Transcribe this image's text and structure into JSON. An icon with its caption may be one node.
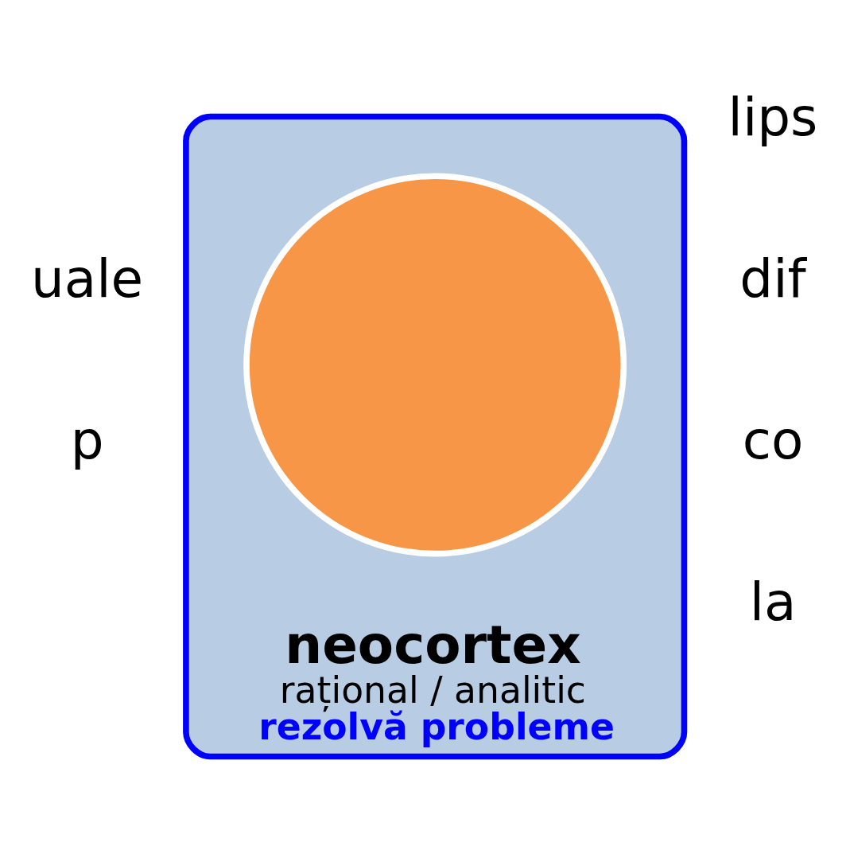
{
  "diagram": {
    "nodes": [
      {
        "text": [
          "neocortex",
          "rațional / analitic",
          "rezolvă probleme"
        ]
      },
      {
        "text": [],
        "shape": "circle",
        "in": 0
      }
    ],
    "edges": [],
    "labels": [
      "uale",
      "lips",
      "dif",
      "p",
      "co",
      "la"
    ]
  }
}
